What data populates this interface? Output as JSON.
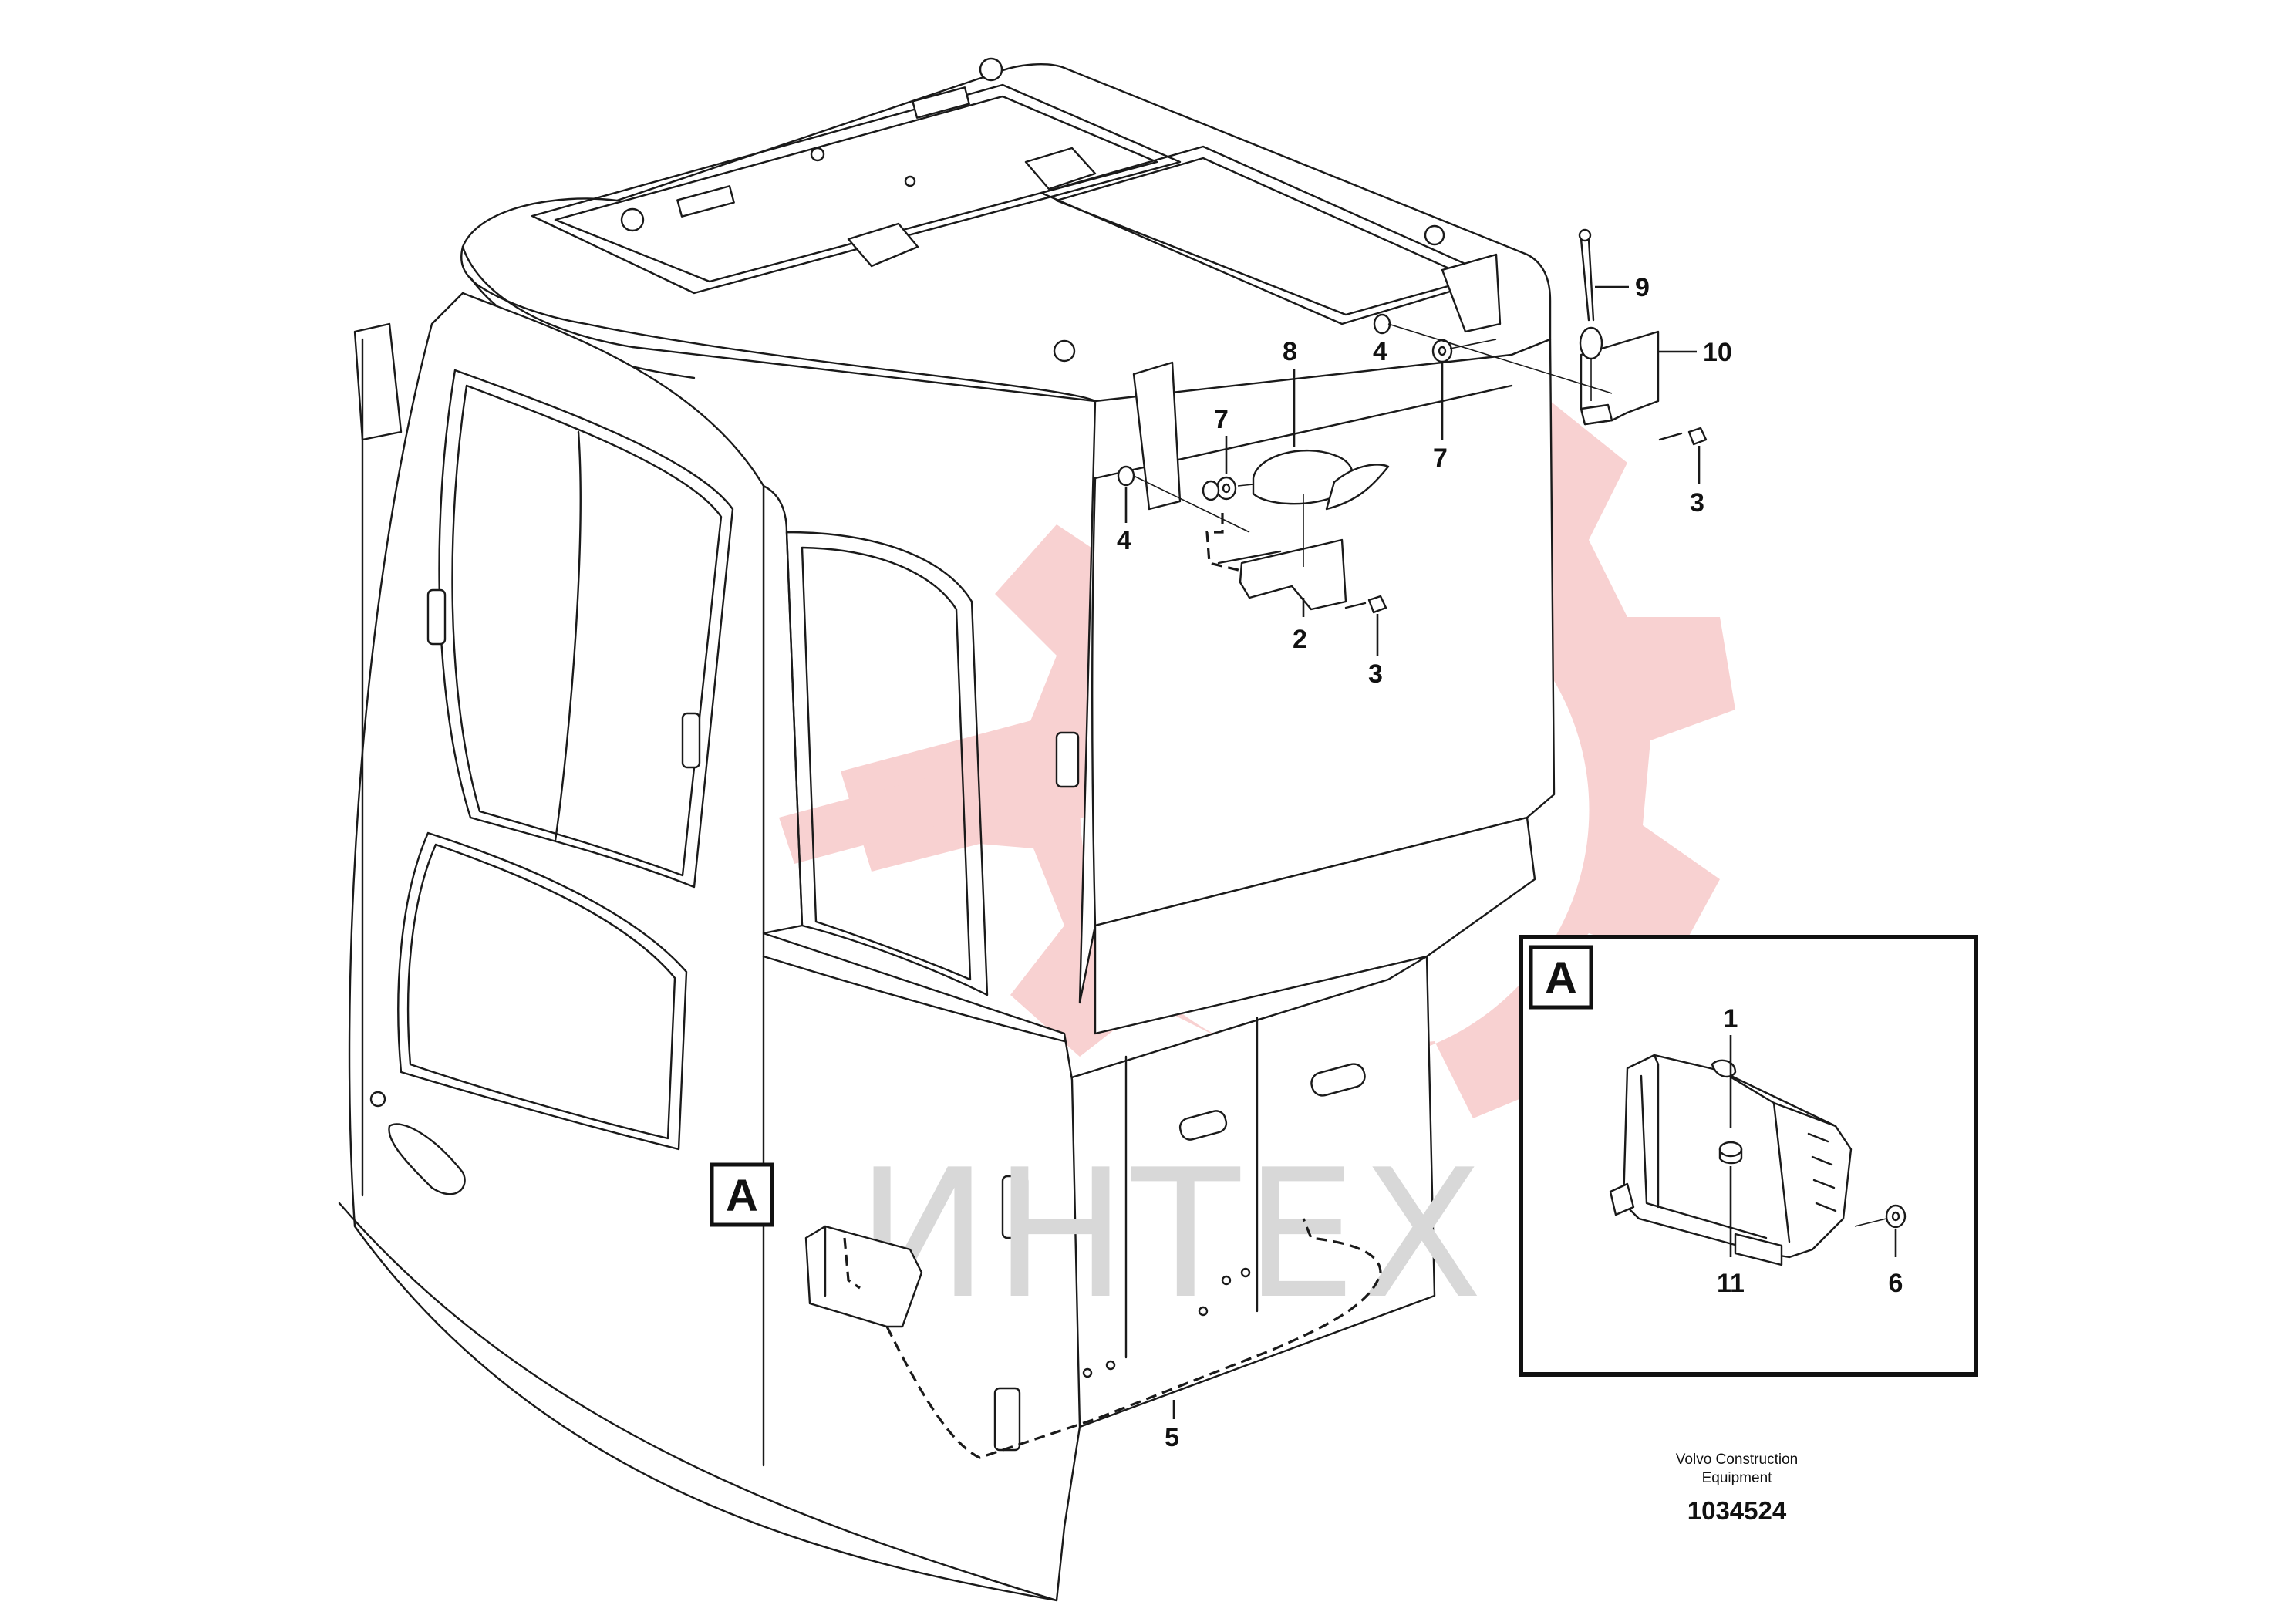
{
  "watermark": {
    "text": "ИНТЕХ",
    "color": "#f6c2c2",
    "icon": "gear-wrench-logo-icon"
  },
  "callouts": [
    {
      "id": "c9",
      "label": "9"
    },
    {
      "id": "c10",
      "label": "10"
    },
    {
      "id": "c8",
      "label": "8"
    },
    {
      "id": "c4a",
      "label": "4"
    },
    {
      "id": "c7a",
      "label": "7"
    },
    {
      "id": "c4b",
      "label": "4"
    },
    {
      "id": "c7b",
      "label": "7"
    },
    {
      "id": "c3a",
      "label": "3"
    },
    {
      "id": "c2",
      "label": "2"
    },
    {
      "id": "c3b",
      "label": "3"
    },
    {
      "id": "c5",
      "label": "5"
    }
  ],
  "detail_view": {
    "tag": "A",
    "callouts": [
      {
        "id": "d1",
        "label": "1"
      },
      {
        "id": "d11",
        "label": "11"
      },
      {
        "id": "d6",
        "label": "6"
      }
    ]
  },
  "view_marker": {
    "tag": "A"
  },
  "footer": {
    "credit_line1": "Volvo Construction",
    "credit_line2": "Equipment",
    "doc_number": "1034524"
  }
}
